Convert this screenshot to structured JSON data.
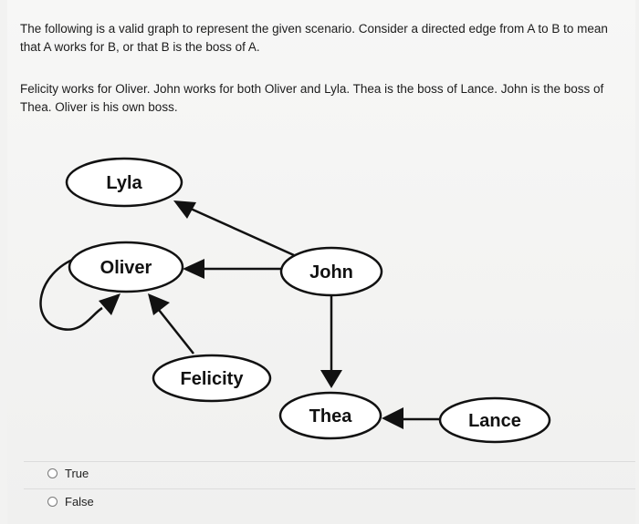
{
  "question": {
    "intro": "The following is a valid graph to represent the given scenario. Consider a directed edge from A to B to mean that A works for B, or that B is the boss of A.",
    "scenario": "Felicity works for Oliver. John works for both Oliver and Lyla. Thea is the boss of Lance. John is the boss of Thea. Oliver is his own boss."
  },
  "graph": {
    "nodes": {
      "lyla": "Lyla",
      "oliver": "Oliver",
      "john": "John",
      "felicity": "Felicity",
      "thea": "Thea",
      "lance": "Lance"
    }
  },
  "answers": {
    "options": [
      {
        "label": "True",
        "selected": false
      },
      {
        "label": "False",
        "selected": false
      }
    ]
  },
  "colors": {
    "text": "#1c1c1c",
    "edge": "#111111",
    "node_fill": "#ffffff"
  }
}
